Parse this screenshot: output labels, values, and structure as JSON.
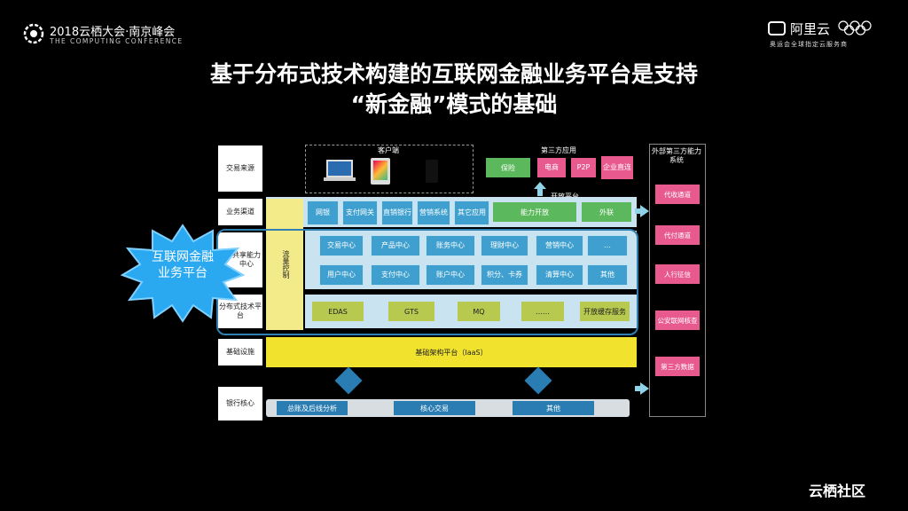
{
  "header": {
    "event_title": "2018云栖大会·南京峰会",
    "event_subtitle": "THE COMPUTING CONFERENCE",
    "brand": "阿里云",
    "brand_tagline": "奥运会全球指定云服务商",
    "footer_brand": "云栖社区"
  },
  "slide": {
    "title_line1": "基于分布式技术构建的互联网金融业务平台是支持",
    "title_line2": "“新金融”模式的基础"
  },
  "diagram": {
    "row_labels": [
      "交易来源",
      "业务渠道",
      "共享能力中心",
      "分布式技术平台",
      "基础设施",
      "银行核心"
    ],
    "client_label": "客户端",
    "third_party_label": "第三方应用",
    "third_party_items": [
      "保险",
      "电商",
      "P2P",
      "企业直连"
    ],
    "open_platform_label": "开放平台",
    "channels": [
      "网银",
      "支付网关",
      "直销银行",
      "营销系统",
      "其它应用"
    ],
    "capability_open": "能力开放",
    "external_link": "外联",
    "control_label": "流量控制",
    "centers_row1": [
      "交易中心",
      "产品中心",
      "账务中心",
      "理财中心",
      "营销中心",
      "…"
    ],
    "centers_row2": [
      "用户中心",
      "支付中心",
      "账户中心",
      "积分、卡券",
      "清算中心",
      "其他"
    ],
    "tech_items": [
      "EDAS",
      "GTS",
      "MQ",
      "……",
      "开放缓存服务"
    ],
    "infra_label": "基础架构平台（IaaS）",
    "core_items": [
      "总账及后线分析",
      "核心交易",
      "其他"
    ],
    "external_title": "外部第三方能力系统",
    "external_items": [
      "代收通道",
      "代付通道",
      "人行征信",
      "公安联网核查",
      "第三方数据"
    ],
    "starburst_text": "互联网金融业务平台"
  }
}
